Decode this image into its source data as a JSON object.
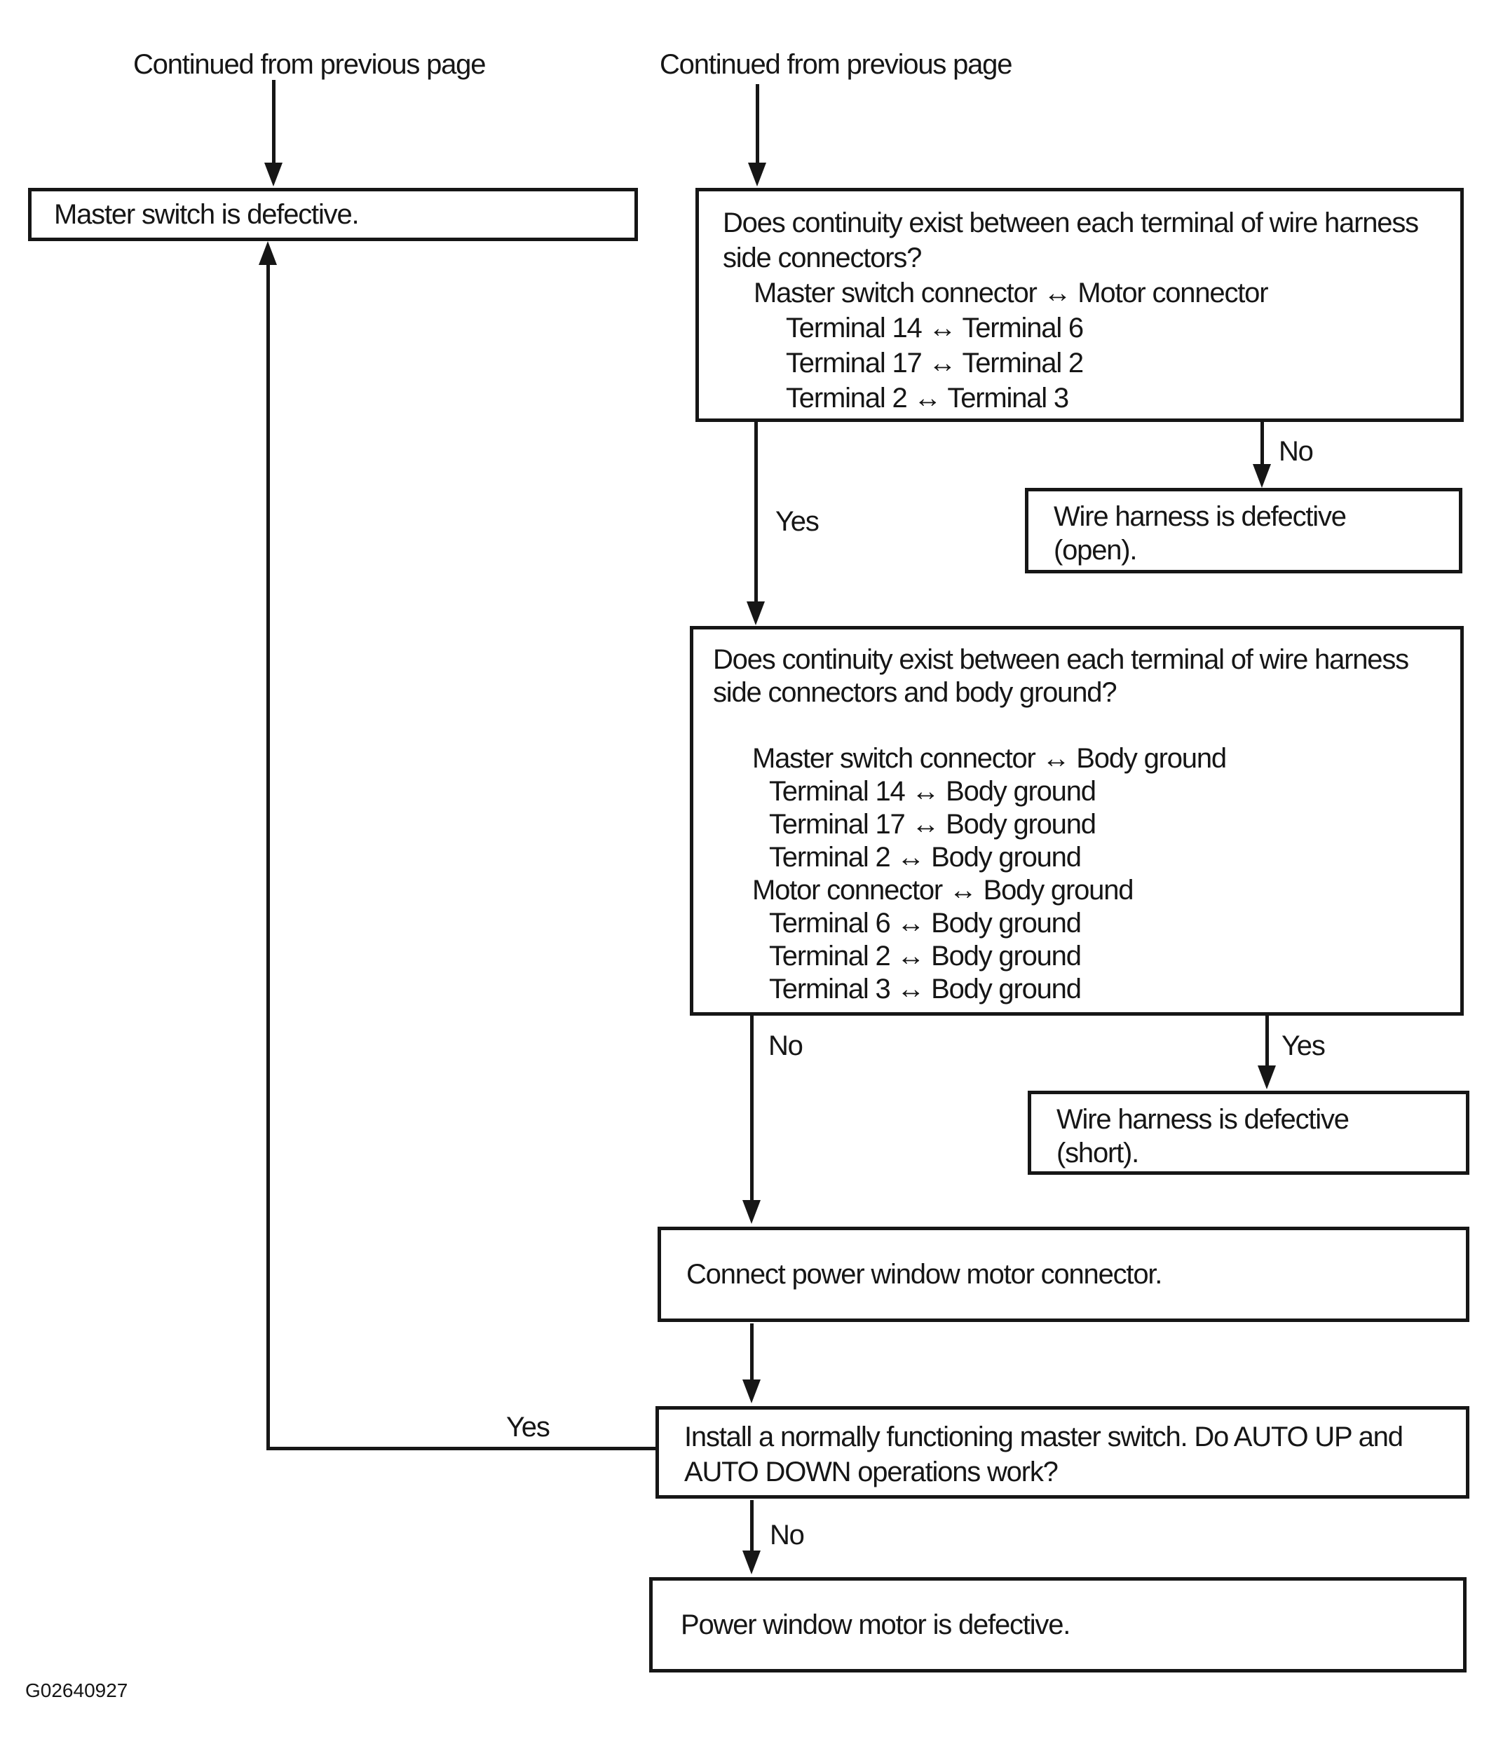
{
  "colors": {
    "ink": "#161616",
    "paper": "#ffffff"
  },
  "header": {
    "continued_left": "Continued from previous page",
    "continued_right": "Continued from previous page"
  },
  "edge_labels": {
    "yes": "Yes",
    "no": "No"
  },
  "boxes": {
    "master_switch_defective": {
      "line1": "Master switch is defective."
    },
    "q_harness_continuity": {
      "line1": "Does continuity exist between each terminal of wire harness",
      "line2": "side connectors?",
      "line3": "Master switch connector ↔ Motor connector",
      "line4": "Terminal 14 ↔ Terminal 6",
      "line5": "Terminal 17 ↔ Terminal 2",
      "line6": "Terminal 2 ↔ Terminal 3"
    },
    "harness_defective_open": {
      "line1": "Wire harness is defective",
      "line2": "(open)."
    },
    "q_ground_continuity": {
      "line1": "Does continuity exist between each terminal of wire harness",
      "line2": "side connectors and body ground?",
      "line3": "Master switch connector ↔ Body ground",
      "line4": "Terminal 14 ↔ Body ground",
      "line5": "Terminal 17 ↔ Body ground",
      "line6": "Terminal 2 ↔ Body ground",
      "line7": "Motor connector ↔ Body ground",
      "line8": "Terminal 6 ↔ Body ground",
      "line9": "Terminal 2 ↔ Body ground",
      "line10": "Terminal 3 ↔ Body ground"
    },
    "harness_defective_short": {
      "line1": "Wire harness is defective",
      "line2": "(short)."
    },
    "connect_motor_connector": {
      "line1": "Connect power window motor connector."
    },
    "q_install_master_switch": {
      "line1": "Install a normally functioning master switch. Do AUTO UP and",
      "line2": "AUTO DOWN operations work?"
    },
    "motor_defective": {
      "line1": "Power window motor is defective."
    }
  },
  "footer": {
    "figure_code": "G02640927"
  }
}
